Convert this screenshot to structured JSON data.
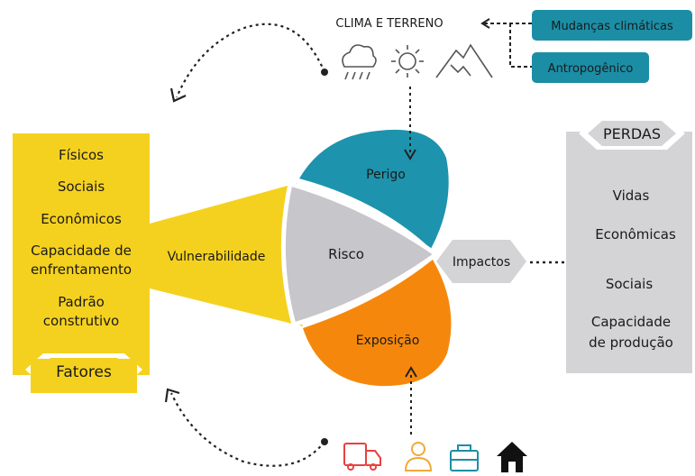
{
  "top": {
    "title": "CLIMA E TERRENO",
    "drivers": [
      "Mudanças climáticas",
      "Antropogênico"
    ]
  },
  "factors": {
    "items": [
      "Físicos",
      "Sociais",
      "Econômicos",
      "Capacidade de",
      "enfrentamento",
      "Padrão",
      "construtivo"
    ],
    "footer": "Fatores"
  },
  "center": {
    "hazard": "Perigo",
    "vulnerability": "Vulnerabilidade",
    "risk": "Risco",
    "exposure": "Exposição",
    "impacts": "Impactos"
  },
  "losses": {
    "title": "PERDAS",
    "items": [
      "Vidas",
      "Econômicas",
      "Sociais",
      "Capacidade",
      "de produção"
    ]
  },
  "icons": {
    "climate": [
      "cloud-rain-icon",
      "sun-icon",
      "mountain-icon"
    ],
    "exposure": [
      "truck-icon",
      "person-icon",
      "briefcase-icon",
      "house-icon"
    ]
  },
  "colors": {
    "yellow": "#f5d11f",
    "blue": "#1e93ad",
    "gray": "#c6c6cb",
    "orange": "#f5880c",
    "teal": "#1b8ea6",
    "light_gray": "#d4d4d6"
  }
}
